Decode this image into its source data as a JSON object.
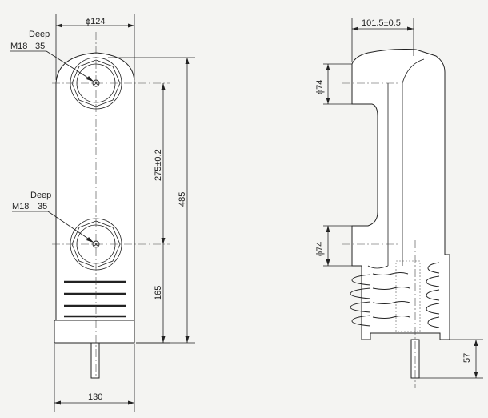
{
  "front_view": {
    "top_width": "ϕ124",
    "bottom_width": "130",
    "insert_spacing": "275±0.2",
    "overall_height": "485",
    "lower_height": "165",
    "upper_insert": {
      "thread": "M18",
      "depth": "35",
      "note": "Deep"
    },
    "lower_insert": {
      "thread": "M18",
      "depth": "35",
      "note": "Deep"
    }
  },
  "side_view": {
    "top_offset": "101.5±0.5",
    "upper_diameter": "ϕ74",
    "lower_diameter": "ϕ74",
    "pin_length": "57"
  }
}
